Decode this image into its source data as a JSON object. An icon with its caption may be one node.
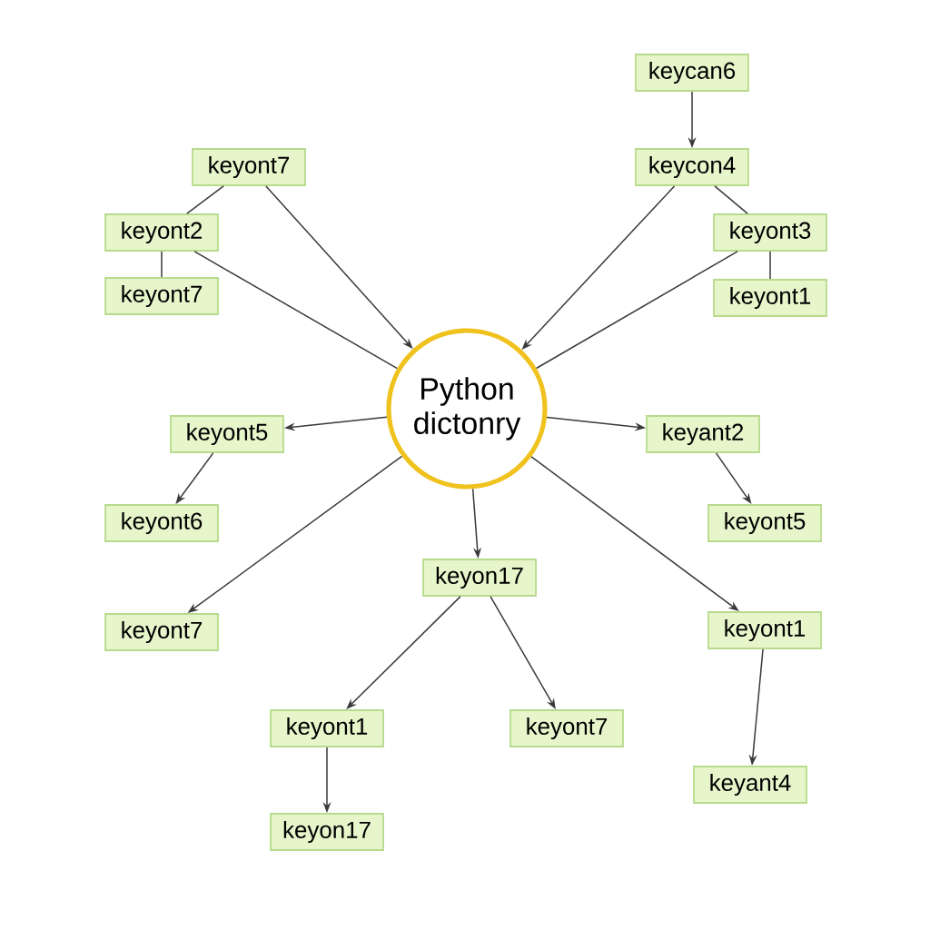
{
  "diagram": {
    "nodes": [
      {
        "text": [
          "Python dictonry"
        ]
      },
      {
        "text": [
          "keycan6"
        ]
      },
      {
        "text": [
          "keyont7"
        ]
      },
      {
        "text": [
          "keycon4"
        ]
      },
      {
        "text": [
          "keyont2"
        ]
      },
      {
        "text": [
          "keyont3"
        ]
      },
      {
        "text": [
          "keyont7"
        ]
      },
      {
        "text": [
          "keyont1"
        ]
      },
      {
        "text": [
          "keyont5"
        ]
      },
      {
        "text": [
          "keyant2"
        ]
      },
      {
        "text": [
          "keyont6"
        ]
      },
      {
        "text": [
          "keyont5"
        ]
      },
      {
        "text": [
          "keyon17"
        ]
      },
      {
        "text": [
          "keyont7"
        ]
      },
      {
        "text": [
          "keyont1"
        ]
      },
      {
        "text": [
          "keyont1"
        ]
      },
      {
        "text": [
          "keyont7"
        ]
      },
      {
        "text": [
          "keyon17"
        ]
      },
      {
        "text": [
          "keyant4"
        ]
      }
    ],
    "edges": [
      {
        "from": 1,
        "to": 3,
        "arrow": "to"
      },
      {
        "from": 3,
        "to": 0,
        "arrow": "to"
      },
      {
        "from": 3,
        "to": 5,
        "arrow": "none"
      },
      {
        "from": 5,
        "to": 0,
        "arrow": "none"
      },
      {
        "from": 5,
        "to": 7,
        "arrow": "none"
      },
      {
        "from": 2,
        "to": 0,
        "arrow": "to"
      },
      {
        "from": 2,
        "to": 4,
        "arrow": "none"
      },
      {
        "from": 4,
        "to": 0,
        "arrow": "none"
      },
      {
        "from": 4,
        "to": 6,
        "arrow": "none"
      },
      {
        "from": 0,
        "to": 8,
        "arrow": "to"
      },
      {
        "from": 8,
        "to": 10,
        "arrow": "to"
      },
      {
        "from": 0,
        "to": 13,
        "arrow": "to"
      },
      {
        "from": 0,
        "to": 12,
        "arrow": "to"
      },
      {
        "from": 0,
        "to": 9,
        "arrow": "to"
      },
      {
        "from": 9,
        "to": 11,
        "arrow": "to"
      },
      {
        "from": 0,
        "to": 14,
        "arrow": "to"
      },
      {
        "from": 14,
        "to": 18,
        "arrow": "to"
      },
      {
        "from": 12,
        "to": 15,
        "arrow": "to"
      },
      {
        "from": 12,
        "to": 16,
        "arrow": "to"
      },
      {
        "from": 15,
        "to": 17,
        "arrow": "to"
      }
    ]
  }
}
